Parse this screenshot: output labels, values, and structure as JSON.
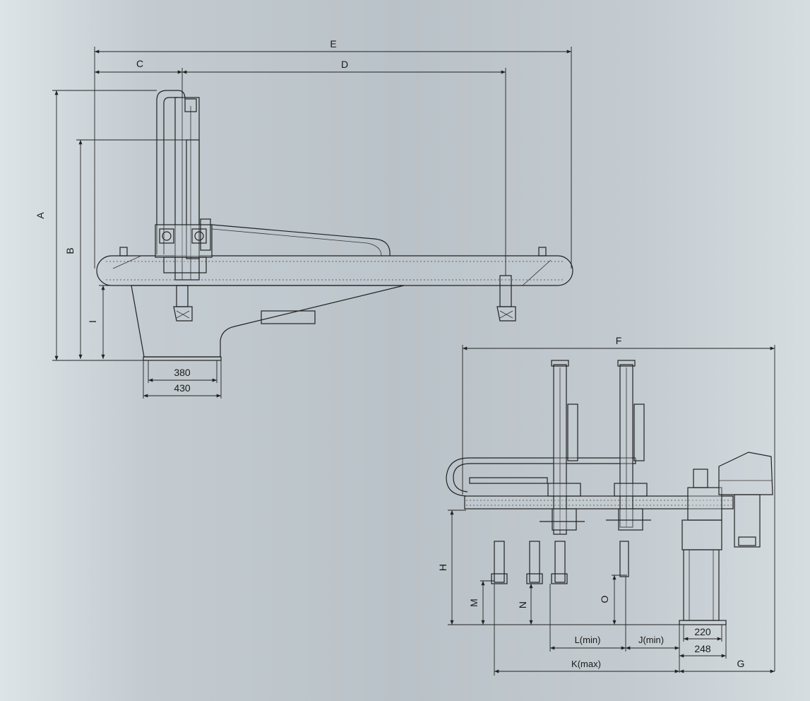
{
  "labels": {
    "A": "A",
    "B": "B",
    "C": "C",
    "D": "D",
    "E": "E",
    "F": "F",
    "G": "G",
    "H": "H",
    "I": "I",
    "M": "M",
    "N": "N",
    "O": "O",
    "dim380": "380",
    "dim430": "430",
    "dim220": "220",
    "dim248": "248",
    "Lmin": "L(min)",
    "Jmin": "J(min)",
    "Kmax": "K(max)"
  },
  "colors": {
    "line": "#222222",
    "background_light": "#dde4e8",
    "background_mid": "#b9c2c8"
  }
}
